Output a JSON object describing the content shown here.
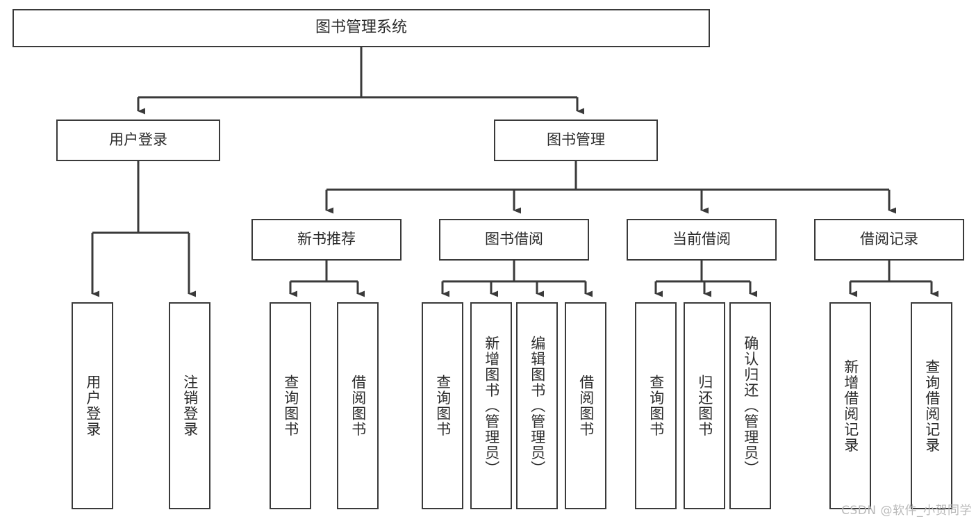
{
  "diagram": {
    "title": "图书管理系统",
    "type": "tree-hierarchy-chart",
    "root": {
      "label": "图书管理系统"
    },
    "level2": [
      {
        "label": "用户登录"
      },
      {
        "label": "图书管理"
      }
    ],
    "level3": [
      {
        "label": "新书推荐"
      },
      {
        "label": "图书借阅"
      },
      {
        "label": "当前借阅"
      },
      {
        "label": "借阅记录"
      }
    ],
    "leaves": [
      {
        "label": "用户登录",
        "parent": "用户登录"
      },
      {
        "label": "注销登录",
        "parent": "用户登录"
      },
      {
        "label": "查询图书",
        "parent": "新书推荐"
      },
      {
        "label": "借阅图书",
        "parent": "新书推荐"
      },
      {
        "label": "查询图书",
        "parent": "图书借阅"
      },
      {
        "label": "新增图书（管理员）",
        "parent": "图书借阅"
      },
      {
        "label": "编辑图书（管理员）",
        "parent": "图书借阅"
      },
      {
        "label": "借阅图书",
        "parent": "图书借阅"
      },
      {
        "label": "查询图书",
        "parent": "当前借阅"
      },
      {
        "label": "归还图书",
        "parent": "当前借阅"
      },
      {
        "label": "确认归还（管理员）",
        "parent": "当前借阅"
      },
      {
        "label": "新增借阅记录",
        "parent": "借阅记录"
      },
      {
        "label": "查询借阅记录",
        "parent": "借阅记录"
      }
    ]
  },
  "watermark": {
    "text": "CSDN @软件_小贺同学"
  },
  "colors": {
    "line": "#3a3a3a",
    "text": "#2b2b2b",
    "background": "#ffffff",
    "watermark": "#b9b9b9"
  }
}
